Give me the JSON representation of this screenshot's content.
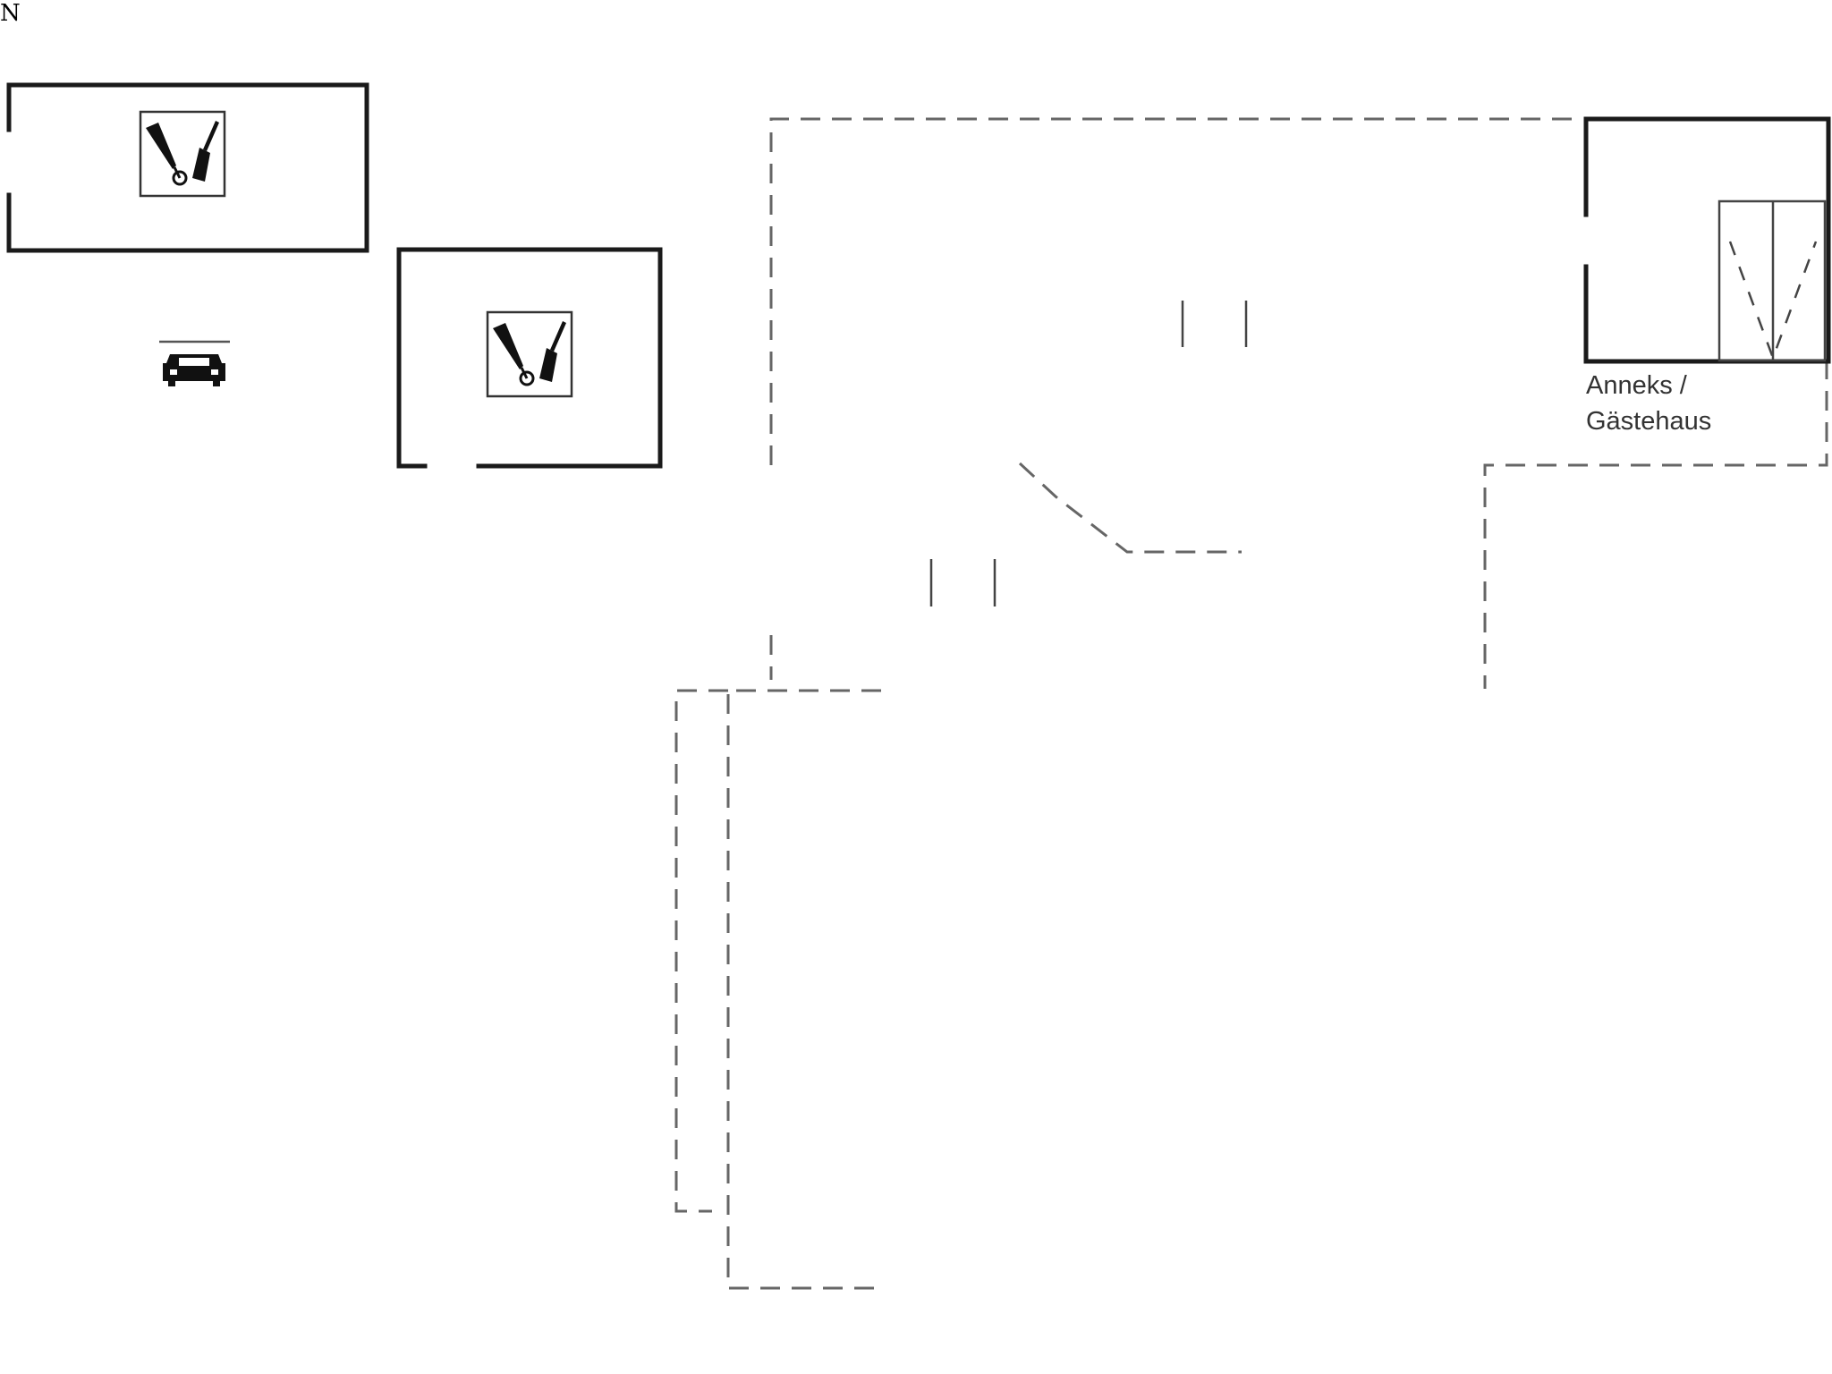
{
  "annex_label": {
    "line1": "Anneks /",
    "line2": "Gästehaus"
  },
  "compass": {
    "north_letter": "N"
  },
  "icons": {
    "bbq_1": "bbq-tools-icon",
    "bbq_2": "bbq-tools-icon",
    "parking": "car-icon",
    "kitchen": "cooking-pot-icon",
    "bathroom": "shower-toilet-icon",
    "sofa": "sofa-icon",
    "compass": "compass-rose-icon"
  }
}
